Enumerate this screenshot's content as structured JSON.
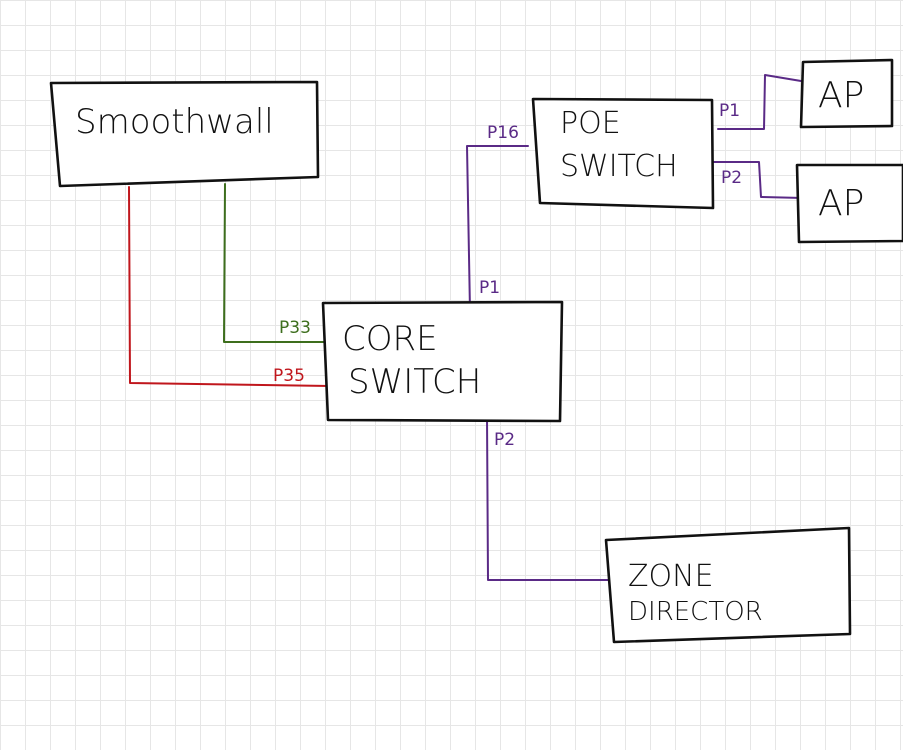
{
  "colors": {
    "green_link": "#3d6e1d",
    "red_link": "#c0161c",
    "purple_link": "#5a2a86",
    "box_stroke": "#111111"
  },
  "nodes": {
    "smoothwall": {
      "label": "Smoothwall"
    },
    "core_switch": {
      "line1": "CORE",
      "line2": "SWITCH"
    },
    "poe_switch": {
      "line1": "POE",
      "line2": "SWITCH"
    },
    "ap_top": {
      "label": "AP"
    },
    "ap_bottom": {
      "label": "AP"
    },
    "zone_director": {
      "line1": "ZONE",
      "line2": "DIRECTOR"
    }
  },
  "ports": {
    "core_p33": "P33",
    "core_p35": "P35",
    "core_p1": "P1",
    "core_p2": "P2",
    "poe_p16": "P16",
    "poe_p1": "P1",
    "poe_p2": "P2"
  }
}
